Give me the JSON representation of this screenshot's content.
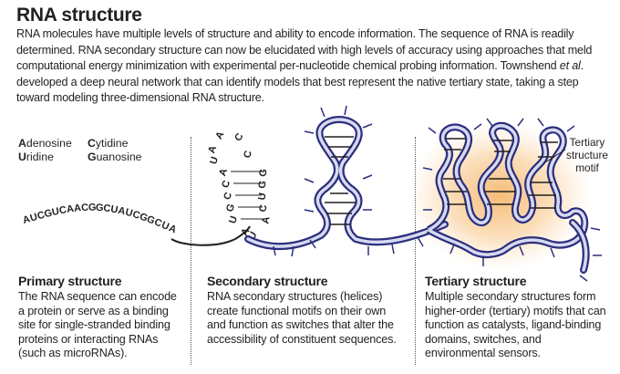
{
  "header": {
    "title": "RNA structure",
    "intro_before_italic": "RNA molecules have multiple levels of structure and ability to encode information. The sequence of RNA is readily determined. RNA secondary structure can now be elucidated with high levels of accuracy using approaches that meld computational energy minimization with experimental per-nucleotide chemical probing information. Townshend ",
    "intro_italic": "et al",
    "intro_after_italic": ". developed a deep neural network that can identify models that best represent the native tertiary state, taking a step toward modeling three-dimensional RNA  structure."
  },
  "legend": [
    {
      "initial": "A",
      "rest": "denosine"
    },
    {
      "initial": "U",
      "rest": "ridine"
    },
    {
      "initial": "C",
      "rest": "ytidine"
    },
    {
      "initial": "G",
      "rest": "uanosine"
    }
  ],
  "primary": {
    "sequence": "AUCGUCAACGGCUAUCGGCUA",
    "title": "Primary structure",
    "body": "The RNA sequence can encode a protein or serve as a binding site for single-stranded binding proteins or interacting RNAs (such as microRNAs)."
  },
  "secondary": {
    "hairpin_left": [
      "A",
      "U",
      "A",
      "C",
      "C",
      "G",
      "U",
      "A"
    ],
    "hairpin_right": [
      "C",
      "G",
      "G",
      "U",
      "C",
      "A",
      "U"
    ],
    "hairpin_loop": [
      "A",
      "C"
    ],
    "title": "Secondary structure",
    "body": "RNA secondary structures (helices) create functional motifs on their own and function as switches that alter the accessibility of constituent sequences."
  },
  "tertiary": {
    "annotation": "Tertiary structure motif",
    "title": "Tertiary structure",
    "body": "Multiple secondary structures form higher-order (tertiary) motifs that can function as catalysts, ligand-binding domains, switches, and environmental sensors."
  },
  "colors": {
    "backbone": "#2c2f7d",
    "backbone_fill": "#d7d9f0",
    "glow": "#f2a54a",
    "text": "#231f20"
  },
  "icons": [
    "rna-backbone-strand",
    "helix-rungs",
    "tertiary-glow"
  ]
}
